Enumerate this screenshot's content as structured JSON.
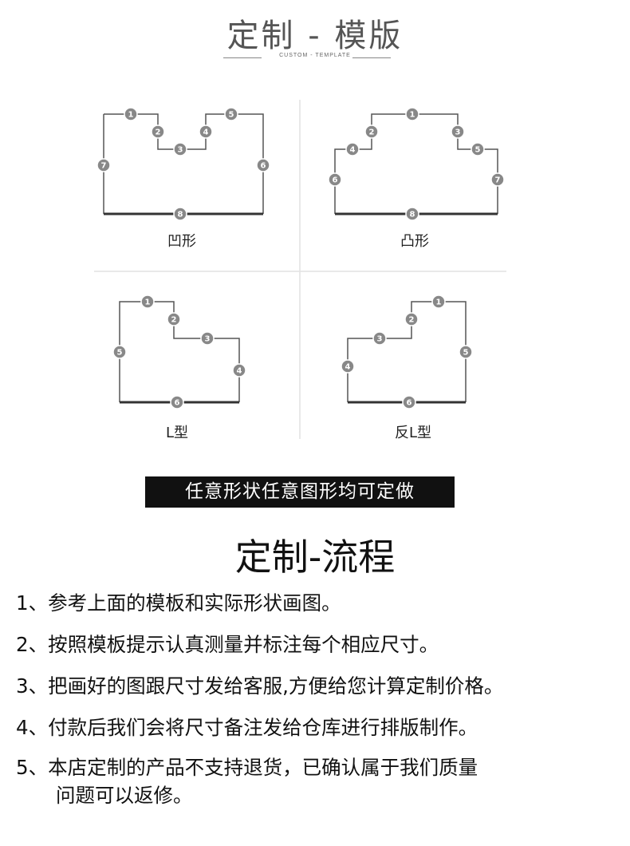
{
  "header": {
    "title": "定制 - 模版",
    "subtitle": "CUSTOM - TEMPLATE"
  },
  "templates": [
    {
      "label": "凹形",
      "markers": [
        "1",
        "2",
        "3",
        "4",
        "5",
        "6",
        "7",
        "8"
      ]
    },
    {
      "label": "凸形",
      "markers": [
        "1",
        "2",
        "3",
        "4",
        "5",
        "6",
        "7",
        "8"
      ]
    },
    {
      "label": "L型",
      "markers": [
        "1",
        "2",
        "3",
        "4",
        "5",
        "6"
      ]
    },
    {
      "label": "反L型",
      "markers": [
        "1",
        "2",
        "3",
        "4",
        "5",
        "6"
      ]
    }
  ],
  "banner": "任意形状任意图形均可定做",
  "process": {
    "title": "定制-流程",
    "steps": [
      {
        "num": "1、",
        "text": "参考上面的模板和实际形状画图。"
      },
      {
        "num": "2、",
        "text": "按照模板提示认真测量并标注每个相应尺寸。"
      },
      {
        "num": "3、",
        "text": "把画好的图跟尺寸发给客服,方便给您计算定制价格。"
      },
      {
        "num": "4、",
        "text": "付款后我们会将尺寸备注发给仓库进行排版制作。"
      },
      {
        "num": "5、",
        "text": "本店定制的产品不支持退货，已确认属于我们质量",
        "cont": "问题可以返修。"
      }
    ]
  },
  "colors": {
    "outline": "#555555",
    "marker_fill": "#888888",
    "divider": "#e2e2e2",
    "banner_bg": "#111111"
  }
}
